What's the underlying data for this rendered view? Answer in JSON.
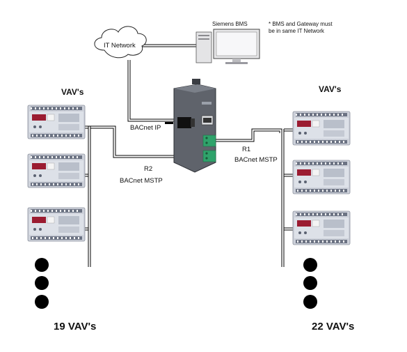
{
  "cloud": {
    "label": "IT Network"
  },
  "bms": {
    "label": "Siemens BMS",
    "note_line1": "* BMS and Gateway must",
    "note_line2": "be in same IT Network"
  },
  "links": {
    "bacnet_ip": "BACnet IP",
    "r1": "R1",
    "r1_protocol": "BACnet MSTP",
    "r2": "R2",
    "r2_protocol": "BACnet MSTP"
  },
  "left_group": {
    "header": "VAV's",
    "count": "19 VAV's"
  },
  "right_group": {
    "header": "VAV's",
    "count": "22 VAV's"
  },
  "colors": {
    "device_body": "#c8ccd6",
    "device_panel": "#9aa3b3",
    "brand_badge": "#9b1c31",
    "terminal_green": "#2fa36b",
    "gateway_body": "#6a6e76",
    "wire": "#000000"
  },
  "icons": {
    "cloud": "cloud-icon",
    "bms": "desktop-computer-icon",
    "gateway": "protocol-gateway-icon",
    "vav": "vav-controller-icon",
    "more": "ellipsis-dots-icon"
  }
}
